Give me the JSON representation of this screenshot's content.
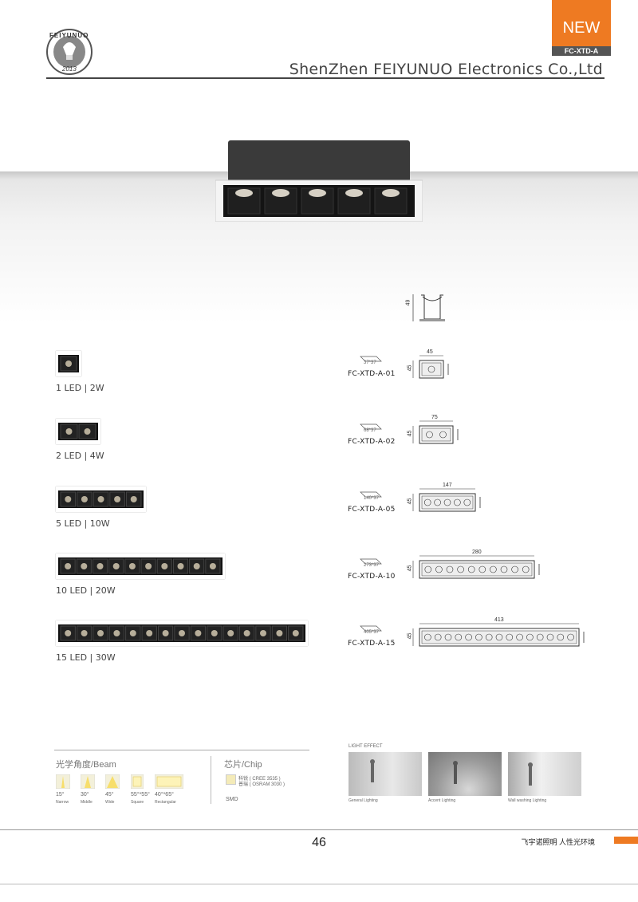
{
  "header": {
    "logo_text": "FEIYUNUO",
    "logo_year": "2013",
    "company": "ShenZhen FEIYUNUO Electronics Co.,Ltd",
    "badge_new": "NEW",
    "badge_code": "FC-XTD-A"
  },
  "profile": {
    "dim_height": "49"
  },
  "variants": [
    {
      "label": "1 LED | 2W",
      "model": "FC-XTD-A-01",
      "cutout": "37*37",
      "length": "45",
      "width": "45",
      "leds": 1
    },
    {
      "label": "2 LED | 4W",
      "model": "FC-XTD-A-02",
      "cutout": "68*37",
      "length": "75",
      "width": "45",
      "leds": 2
    },
    {
      "label": "5 LED | 10W",
      "model": "FC-XTD-A-05",
      "cutout": "140*37",
      "length": "147",
      "width": "45",
      "leds": 5
    },
    {
      "label": "10 LED | 20W",
      "model": "FC-XTD-A-10",
      "cutout": "273*37",
      "length": "280",
      "width": "45",
      "leds": 10
    },
    {
      "label": "15 LED | 30W",
      "model": "FC-XTD-A-15",
      "cutout": "405*37",
      "length": "413",
      "width": "45",
      "leds": 15
    }
  ],
  "beam": {
    "title": "光学角度/Beam",
    "items": [
      {
        "angle": "15°",
        "name": "Narrow"
      },
      {
        "angle": "30°",
        "name": "Middle"
      },
      {
        "angle": "45°",
        "name": "Wide"
      },
      {
        "angle": "55°*55°",
        "name": "Square"
      },
      {
        "angle": "40°*65°",
        "name": "Rectangular"
      }
    ]
  },
  "chip": {
    "title": "芯片/Chip",
    "line1": "科锐 ( CREE 3535 )",
    "line2": "普瑞 ( OSRAM 3030 )",
    "type": "SMD"
  },
  "light_effect": {
    "title": "LIGHT EFFECT",
    "items": [
      "General Lighting",
      "Accent Lighting",
      "Wall washing Lighting"
    ]
  },
  "footer": {
    "page": "46",
    "slogan": "飞宇诺照明  人性光环境"
  },
  "colors": {
    "accent": "#ee7a22",
    "dark": "#1a1a1a"
  }
}
